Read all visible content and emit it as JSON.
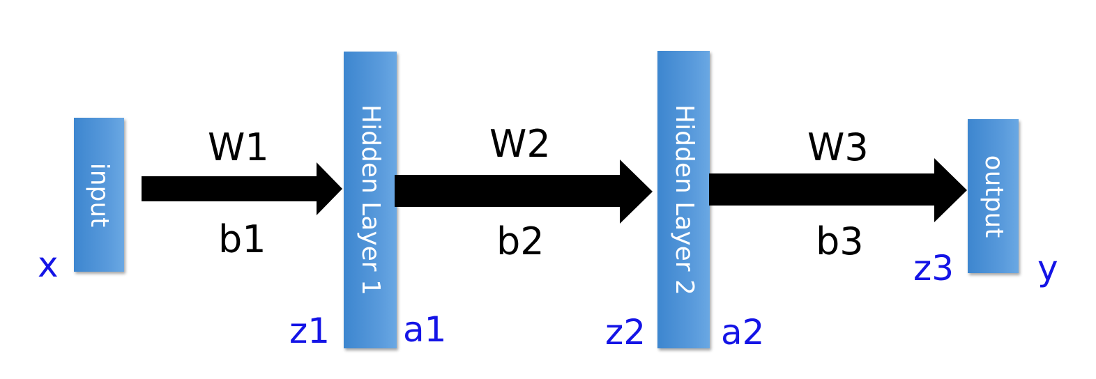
{
  "colors": {
    "layer_fill": "#4a90d9",
    "arrow": "#000000",
    "variable_text": "#1414e6",
    "parameter_text": "#000000"
  },
  "layers": {
    "input": "input",
    "hidden1": "Hidden Layer 1",
    "hidden2": "Hidden Layer 2",
    "output": "output"
  },
  "params": {
    "w1": "W1",
    "b1": "b1",
    "w2": "W2",
    "b2": "b2",
    "w3": "W3",
    "b3": "b3"
  },
  "vars": {
    "x": "x",
    "z1": "z1",
    "a1": "a1",
    "z2": "z2",
    "a2": "a2",
    "z3": "z3",
    "y": "y"
  }
}
